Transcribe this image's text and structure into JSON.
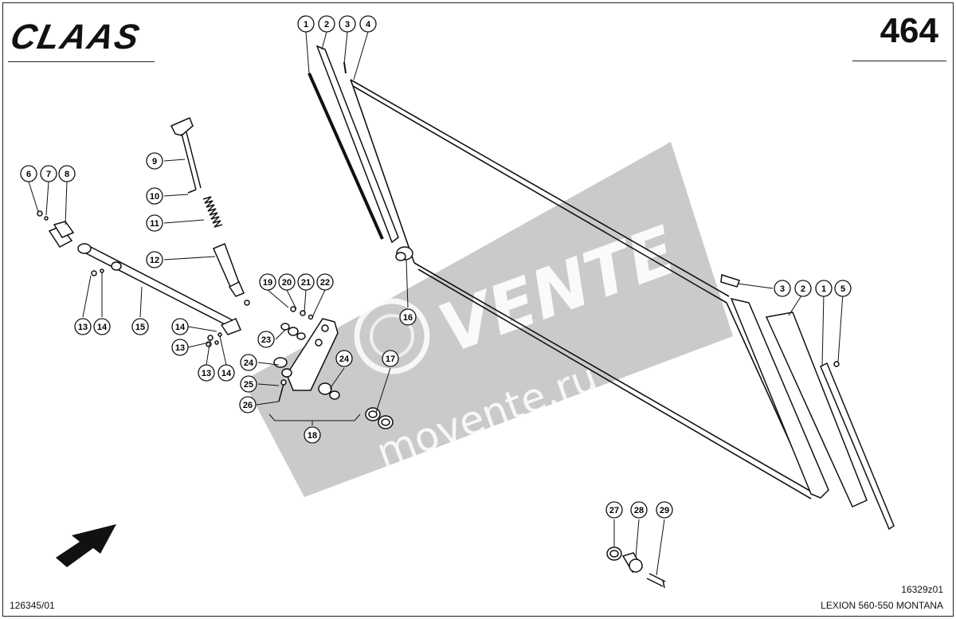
{
  "header": {
    "brand": "CLAAS",
    "page_number": "464"
  },
  "footer": {
    "document_ref": "126345/01",
    "figure_code": "16329z01",
    "model": "LEXION 560-550 MONTANA"
  },
  "watermark": {
    "main_text": "VENTE",
    "url_text": "movente.ru"
  },
  "callouts": [
    {
      "id": "c-1-top",
      "label": "1"
    },
    {
      "id": "c-2-top",
      "label": "2"
    },
    {
      "id": "c-3-top",
      "label": "3"
    },
    {
      "id": "c-4-top",
      "label": "4"
    },
    {
      "id": "c-6",
      "label": "6"
    },
    {
      "id": "c-7",
      "label": "7"
    },
    {
      "id": "c-8",
      "label": "8"
    },
    {
      "id": "c-9",
      "label": "9"
    },
    {
      "id": "c-10",
      "label": "10"
    },
    {
      "id": "c-11",
      "label": "11"
    },
    {
      "id": "c-12",
      "label": "12"
    },
    {
      "id": "c-13-a",
      "label": "13"
    },
    {
      "id": "c-14-a",
      "label": "14"
    },
    {
      "id": "c-15",
      "label": "15"
    },
    {
      "id": "c-14-b",
      "label": "14"
    },
    {
      "id": "c-13-b",
      "label": "13"
    },
    {
      "id": "c-13-c",
      "label": "13"
    },
    {
      "id": "c-14-c",
      "label": "14"
    },
    {
      "id": "c-19",
      "label": "19"
    },
    {
      "id": "c-20",
      "label": "20"
    },
    {
      "id": "c-21",
      "label": "21"
    },
    {
      "id": "c-22",
      "label": "22"
    },
    {
      "id": "c-23",
      "label": "23"
    },
    {
      "id": "c-24-a",
      "label": "24"
    },
    {
      "id": "c-25",
      "label": "25"
    },
    {
      "id": "c-26",
      "label": "26"
    },
    {
      "id": "c-24-b",
      "label": "24"
    },
    {
      "id": "c-17",
      "label": "17"
    },
    {
      "id": "c-16",
      "label": "16"
    },
    {
      "id": "c-18",
      "label": "18"
    },
    {
      "id": "c-3-right",
      "label": "3"
    },
    {
      "id": "c-2-right",
      "label": "2"
    },
    {
      "id": "c-1-right",
      "label": "1"
    },
    {
      "id": "c-5",
      "label": "5"
    },
    {
      "id": "c-27",
      "label": "27"
    },
    {
      "id": "c-28",
      "label": "28"
    },
    {
      "id": "c-29",
      "label": "29"
    }
  ]
}
